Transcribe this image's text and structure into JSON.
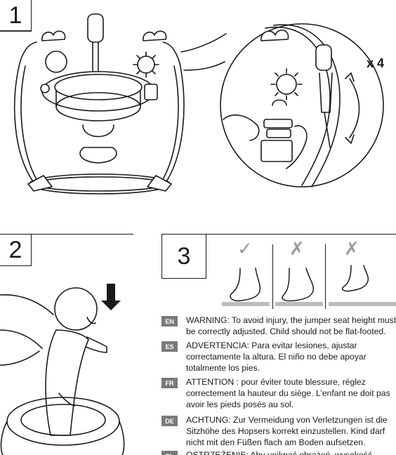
{
  "steps": [
    {
      "number": "1"
    },
    {
      "number": "2"
    },
    {
      "number": "3"
    }
  ],
  "multiplier_label": "x 4",
  "feet_marks": [
    {
      "mark": "✓",
      "color": "#9a9a9a"
    },
    {
      "mark": "✗",
      "color": "#9a9a9a"
    },
    {
      "mark": "✗",
      "color": "#9a9a9a"
    }
  ],
  "warnings": [
    {
      "lang": "EN",
      "text": "WARNING: To avoid injury, the jumper seat height must\nbe correctly adjusted. Child should not be flat-footed."
    },
    {
      "lang": "ES",
      "text": "ADVERTENCIA: Para evitar lesiones, ajustar\ncorrectamente la altura. El niño no debe apoyar\ntotalmente los pies."
    },
    {
      "lang": "FR",
      "text": "ATTENTION : pour éviter toute blessure, réglez\ncorrectement la hauteur du siège. L’enfant ne doit pas\navoir les pieds posés au sol."
    },
    {
      "lang": "DE",
      "text": "ACHTUNG: Zur Vermeidung von Verletzungen ist die\nSitzhöhe des Hopsers korrekt einzustellen. Kind darf\nnicht mit den Füßen flach am Boden aufsetzen."
    },
    {
      "lang": "PL",
      "text": "OSTRZEŻENIE: Aby uniknąć obrażeń, wysokość"
    }
  ],
  "colors": {
    "ink": "#1a1a1a",
    "badge": "#7a7a7a",
    "floor": "#bdbdbd",
    "mark": "#9a9a9a"
  }
}
